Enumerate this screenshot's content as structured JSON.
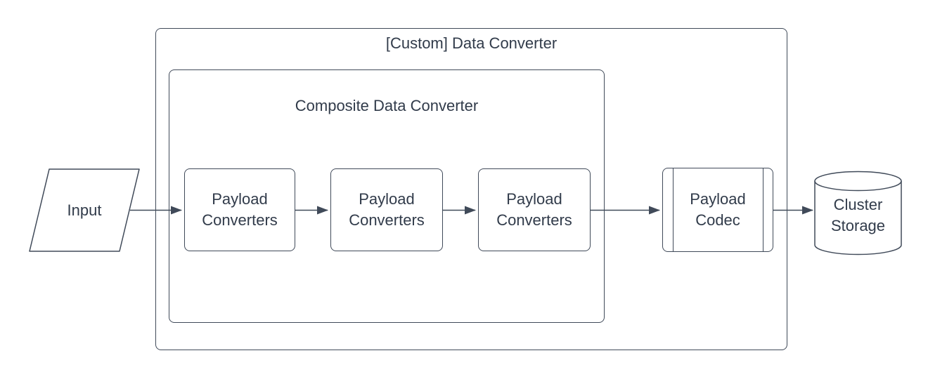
{
  "diagram": {
    "title_outer": "[Custom] Data Converter",
    "title_inner": "Composite Data Converter",
    "input": {
      "label": "Input"
    },
    "converters": [
      {
        "label": "Payload Converters"
      },
      {
        "label": "Payload Converters"
      },
      {
        "label": "Payload Converters"
      }
    ],
    "codec": {
      "label": "Payload Codec"
    },
    "storage": {
      "label": "Cluster Storage"
    },
    "colors": {
      "background": "#ffffff",
      "stroke": "#404a59",
      "text": "#313b4a"
    }
  }
}
